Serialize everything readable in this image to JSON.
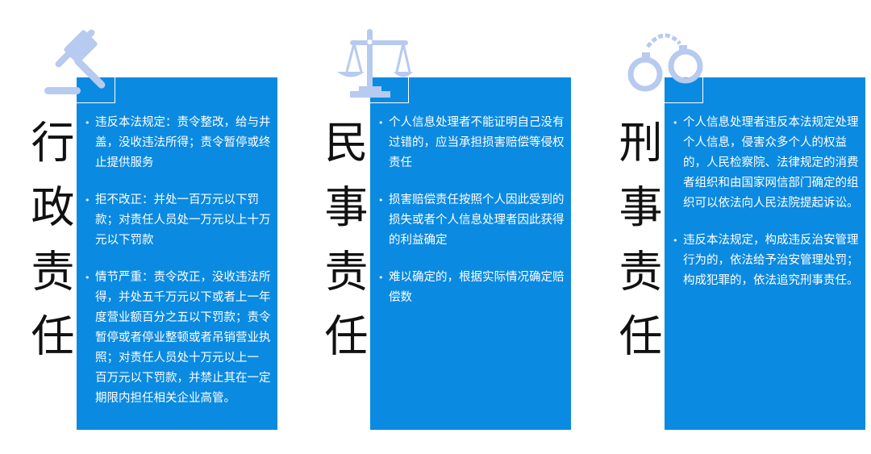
{
  "columns": [
    {
      "title": "行政责任",
      "icon": "gavel-icon",
      "items": [
        "违反本法规定：责令整改，给与井盖，没收违法所得；责令暂停或终止提供服务",
        "拒不改正：并处一百万元以下罚款；对责任人员处一万元以上十万元以下罚款",
        "情节严重：责令改正，没收违法所得，并处五千万元以下或者上一年度营业额百分之五以下罚款；责令暂停或者停业整顿或者吊销营业执照；对责任人员处十万元以上一 百万元以下罚款，并禁止其在一定期限内担任相关企业高管。"
      ]
    },
    {
      "title": "民事责任",
      "icon": "scales-icon",
      "items": [
        "个人信息处理者不能证明自己没有过错的，应当承担损害赔偿等侵权责任",
        "损害赔偿责任按照个人因此受到的损失或者个人信息处理者因此获得的利益确定",
        "难以确定的，根据实际情况确定赔偿数"
      ]
    },
    {
      "title": "刑事责任",
      "icon": "handcuffs-icon",
      "items": [
        "个人信息处理者违反本法规定处理个人信息，侵害众多个人的权益的，人民检察院、法律规定的消费者组织和由国家网信部门确定的组织可以依法向人民法院提起诉讼。",
        "违反本法规定，构成违反治安管理行为的，依法给予治安管理处罚；构成犯罪的，依法追究刑事责任。"
      ]
    }
  ],
  "colors": {
    "panel": "#0b8ae1",
    "icon": "#b7caf0"
  }
}
